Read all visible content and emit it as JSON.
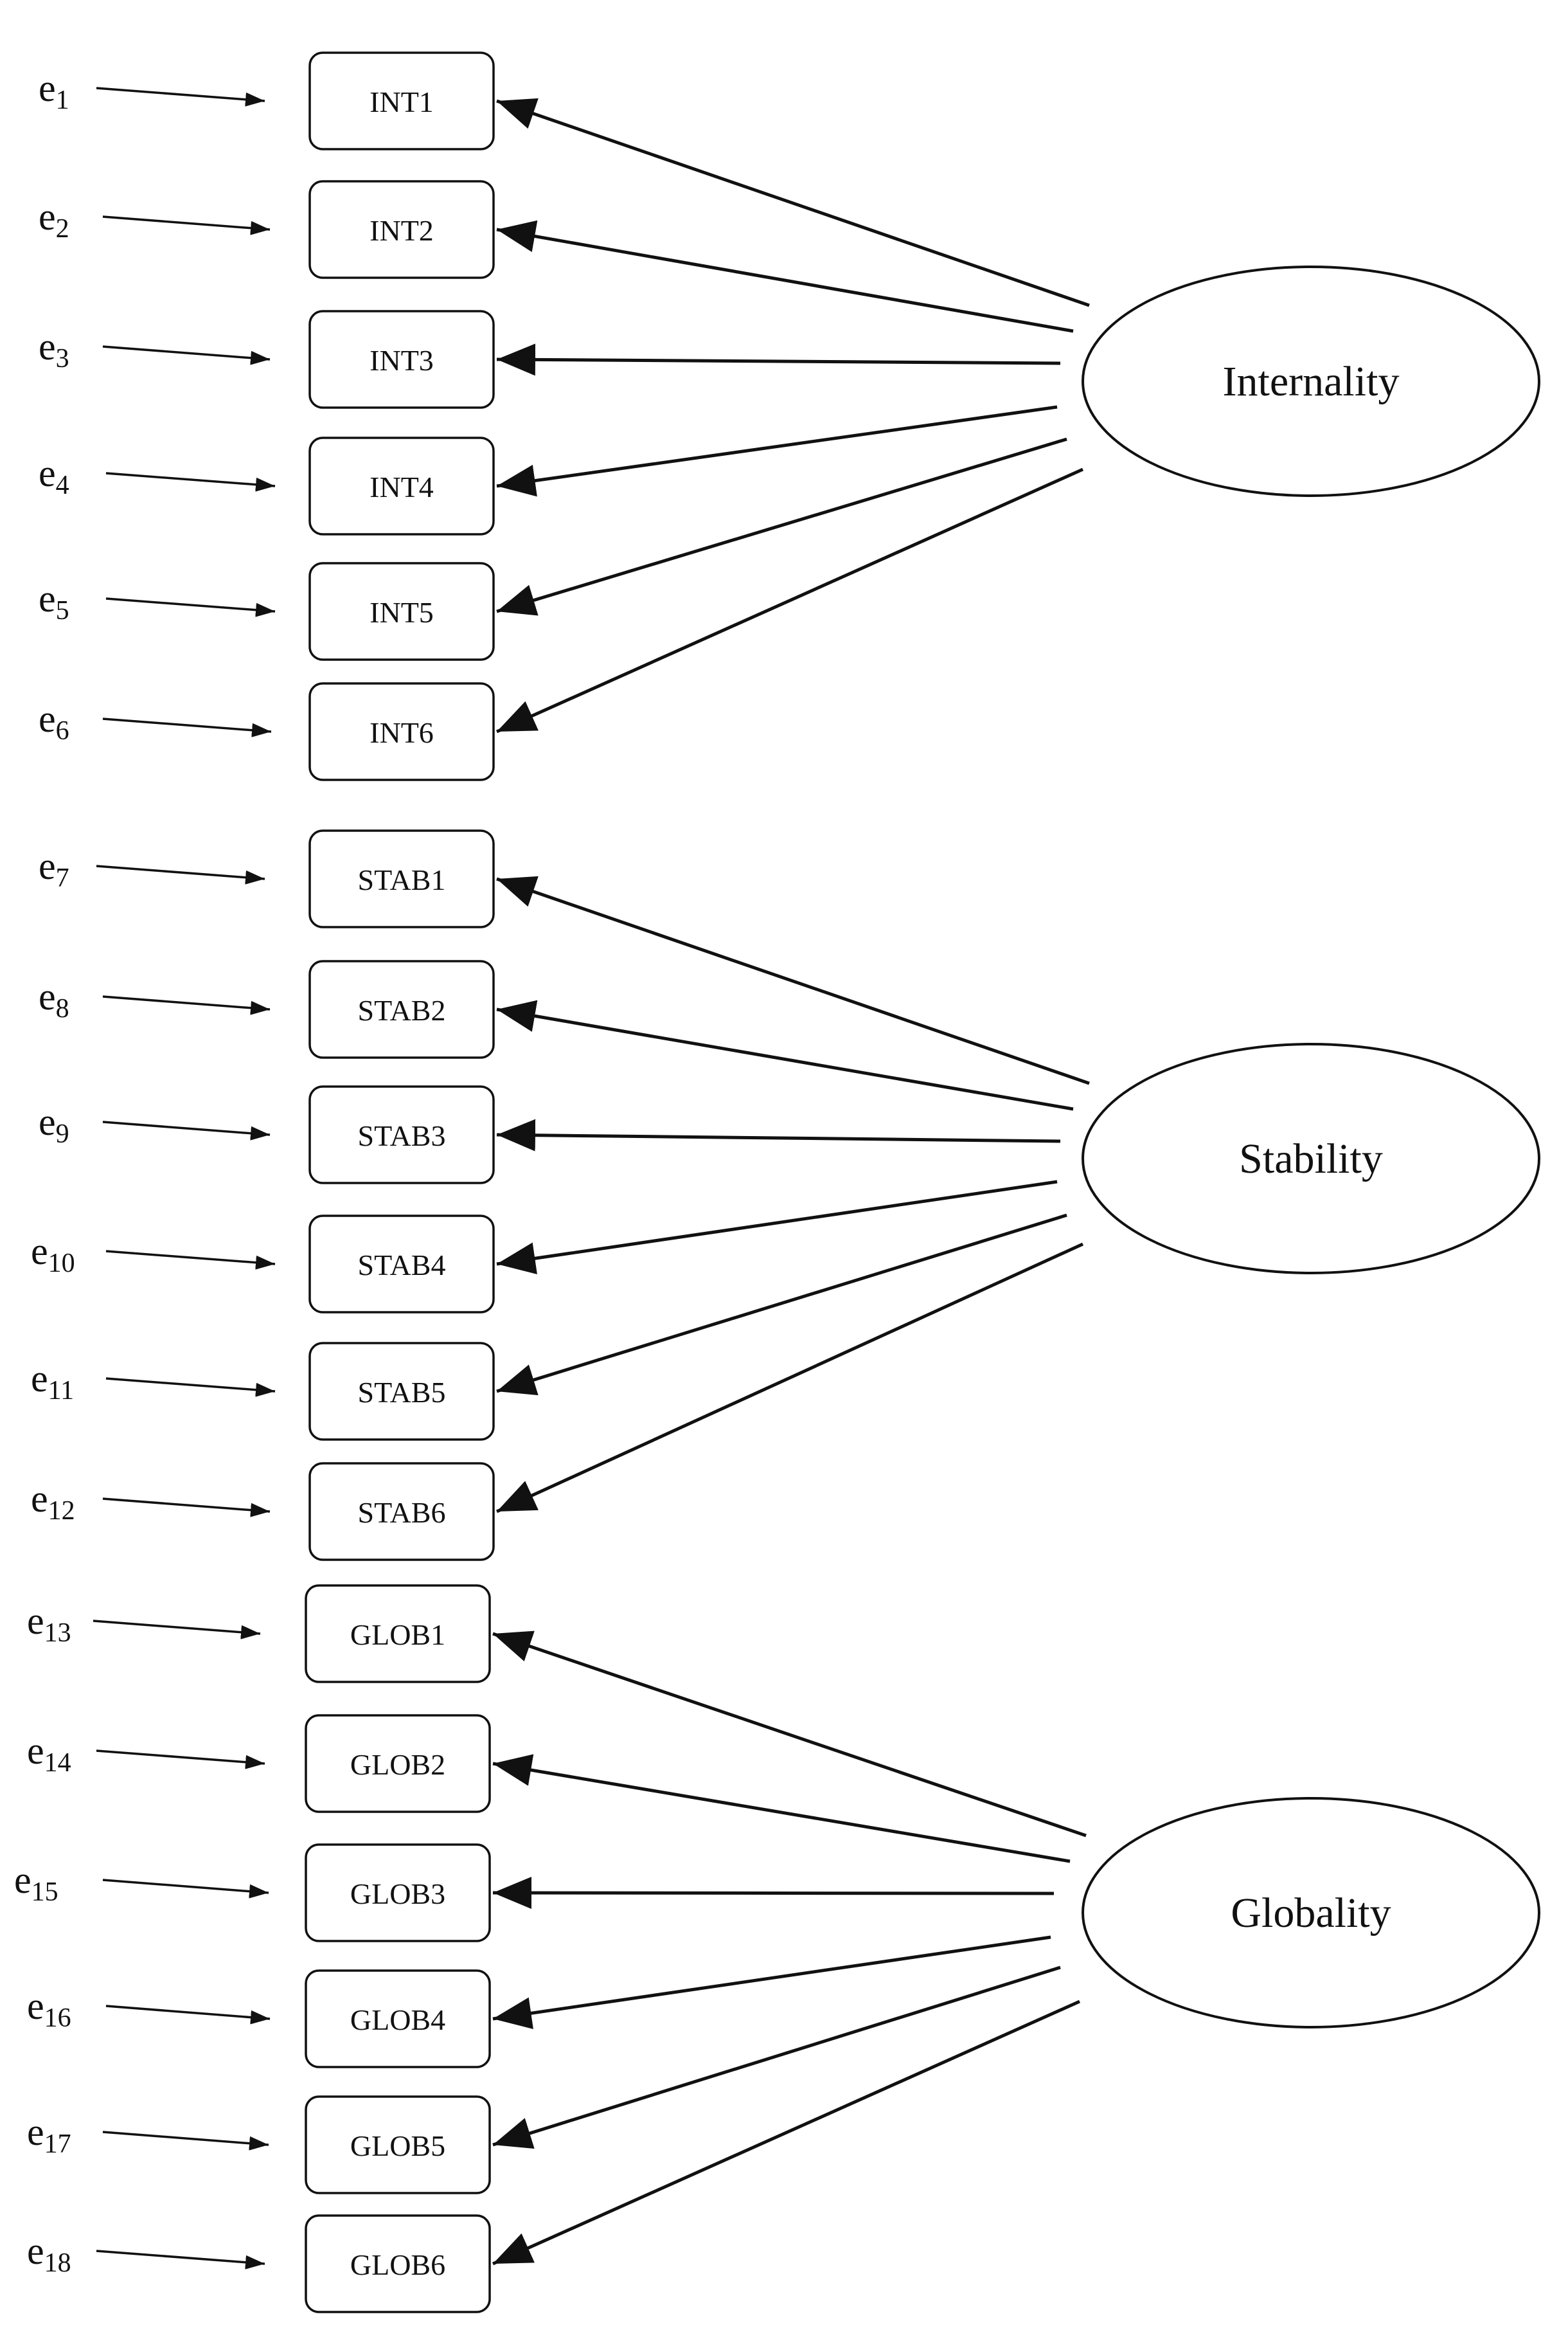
{
  "factors": [
    {
      "label": "Internality",
      "indicators": [
        "INT1",
        "INT2",
        "INT3",
        "INT4",
        "INT5",
        "INT6"
      ],
      "errors": [
        {
          "base": "e",
          "sub": "1"
        },
        {
          "base": "e",
          "sub": "2"
        },
        {
          "base": "e",
          "sub": "3"
        },
        {
          "base": "e",
          "sub": "4"
        },
        {
          "base": "e",
          "sub": "5"
        },
        {
          "base": "e",
          "sub": "6"
        }
      ]
    },
    {
      "label": "Stability",
      "indicators": [
        "STAB1",
        "STAB2",
        "STAB3",
        "STAB4",
        "STAB5",
        "STAB6"
      ],
      "errors": [
        {
          "base": "e",
          "sub": "7"
        },
        {
          "base": "e",
          "sub": "8"
        },
        {
          "base": "e",
          "sub": "9"
        },
        {
          "base": "e",
          "sub": "10"
        },
        {
          "base": "e",
          "sub": "11"
        },
        {
          "base": "e",
          "sub": "12"
        }
      ]
    },
    {
      "label": "Globality",
      "indicators": [
        "GLOB1",
        "GLOB2",
        "GLOB3",
        "GLOB4",
        "GLOB5",
        "GLOB6"
      ],
      "errors": [
        {
          "base": "e",
          "sub": "13"
        },
        {
          "base": "e",
          "sub": "14"
        },
        {
          "base": "e",
          "sub": "15"
        },
        {
          "base": "e",
          "sub": "16"
        },
        {
          "base": "e",
          "sub": "17"
        },
        {
          "base": "e",
          "sub": "18"
        }
      ]
    }
  ],
  "colors": {
    "ink": "#111111",
    "background": "#ffffff"
  }
}
